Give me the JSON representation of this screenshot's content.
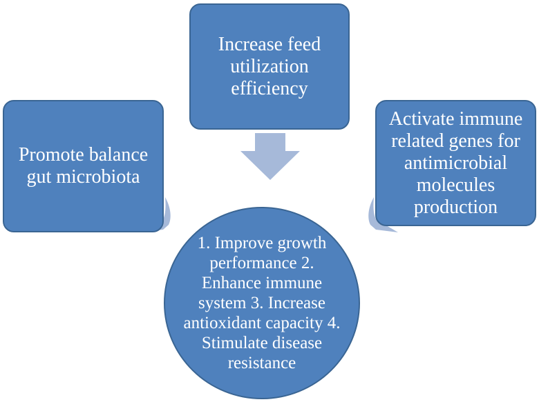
{
  "diagram": {
    "center": {
      "text": "1. Improve growth performance 2. Enhance immune system 3. Increase antioxidant capacity 4. Stimulate disease resistance"
    },
    "top": {
      "text": "Increase feed utilization efficiency"
    },
    "left": {
      "text": "Promote balance gut microbiota"
    },
    "right": {
      "text": "Activate immune related genes for antimicrobial molecules production"
    }
  },
  "colors": {
    "node_fill": "#4f81bd",
    "node_border": "#3a6593",
    "arrow_fill": "#a6b9d9",
    "text": "#ffffff",
    "background": "#ffffff"
  }
}
